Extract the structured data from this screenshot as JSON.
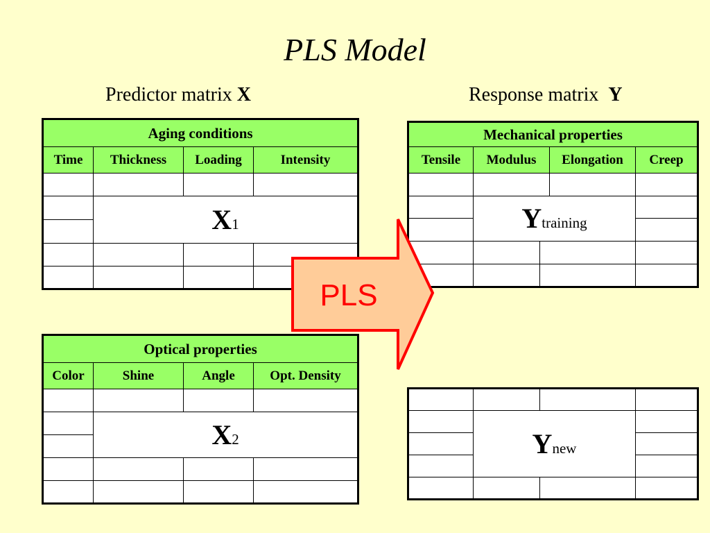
{
  "slide": {
    "title": "PLS Model"
  },
  "predictor": {
    "label": "Predictor matrix",
    "symbol": "X"
  },
  "response": {
    "label": "Response matrix",
    "symbol": "Y"
  },
  "aging": {
    "header": "Aging conditions",
    "columns": [
      "Time",
      "Thickness",
      "Loading",
      "Intensity"
    ],
    "block_symbol": "X",
    "block_sub": "1"
  },
  "optical": {
    "header": "Optical properties",
    "columns": [
      "Color",
      "Shine",
      "Angle",
      "Opt. Density"
    ],
    "block_symbol": "X",
    "block_sub": "2"
  },
  "mechanical": {
    "header": "Mechanical properties",
    "columns": [
      "Tensile",
      "Modulus",
      "Elongation",
      "Creep"
    ],
    "block_symbol": "Y",
    "block_sub": "training"
  },
  "new_response": {
    "block_symbol": "Y",
    "block_sub": "new"
  },
  "arrow": {
    "label": "PLS",
    "fill": "#ffcc99",
    "stroke": "#ff0000",
    "text_color": "#ff0000"
  },
  "colors": {
    "background": "#ffffcc",
    "header_fill": "#99ff66"
  }
}
